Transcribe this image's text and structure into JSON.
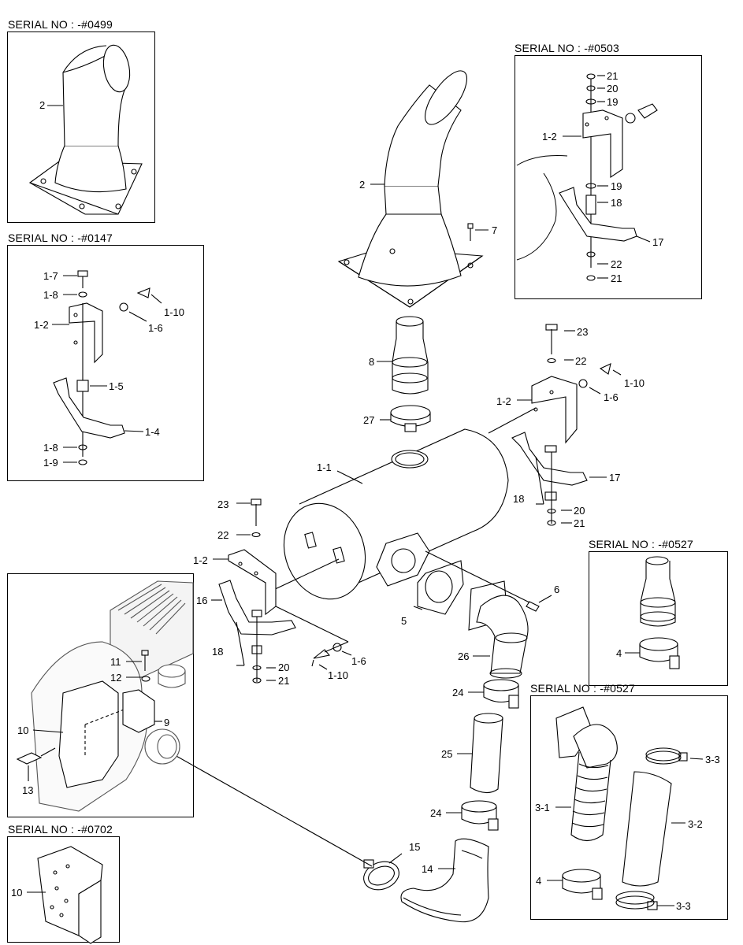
{
  "serials": {
    "box_a": "SERIAL NO : -#0499",
    "box_b": "SERIAL NO : -#0503",
    "box_c": "SERIAL NO : -#0147",
    "box_d": "SERIAL NO : -#0527",
    "box_e": "SERIAL NO : -#0527",
    "box_f": "SERIAL NO : -#0702"
  },
  "callouts": {
    "a_2": "2",
    "b_21_top": "21",
    "b_20": "20",
    "b_19_top": "19",
    "b_1_2": "1-2",
    "b_19": "19",
    "b_18": "18",
    "b_17": "17",
    "b_22": "22",
    "b_21_bot": "21",
    "c_1_7": "1-7",
    "c_1_8_top": "1-8",
    "c_1_10": "1-10",
    "c_1_2": "1-2",
    "c_1_6": "1-6",
    "c_1_5": "1-5",
    "c_1_4": "1-4",
    "c_1_8_bot": "1-8",
    "c_1_9": "1-9",
    "m_2": "2",
    "m_7": "7",
    "m_8": "8",
    "m_27": "27",
    "m_1_1": "1-1",
    "m_23_right": "23",
    "m_22_right": "22",
    "m_1_10_right": "1-10",
    "m_1_6_right": "1-6",
    "m_1_2_right": "1-2",
    "m_17": "17",
    "m_18_right": "18",
    "m_20_right": "20",
    "m_21_right": "21",
    "m_23_left": "23",
    "m_22_left": "22",
    "m_1_2_left": "1-2",
    "m_16": "16",
    "m_18_left": "18",
    "m_20_left": "20",
    "m_21_left": "21",
    "m_1_6_left": "1-6",
    "m_1_10_left": "1-10",
    "m_5": "5",
    "m_6": "6",
    "m_26": "26",
    "m_24_top": "24",
    "m_25": "25",
    "m_24_bot": "24",
    "m_15": "15",
    "m_14": "14",
    "d_4": "4",
    "e_3_3_top": "3-3",
    "e_3_1": "3-1",
    "e_3_2": "3-2",
    "e_4": "4",
    "e_3_3_bot": "3-3",
    "g_11": "11",
    "g_12": "12",
    "g_9": "9",
    "g_10": "10",
    "g_13": "13",
    "f_10": "10"
  }
}
